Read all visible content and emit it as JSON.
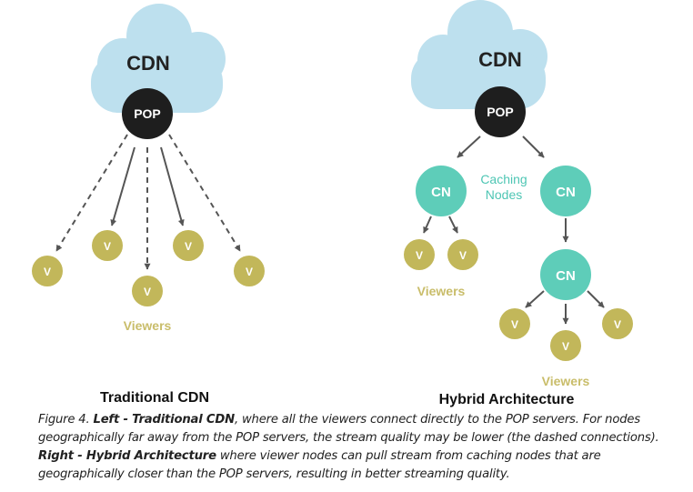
{
  "left": {
    "cloud_label": "CDN",
    "pop_label": "POP",
    "viewer_label": "V",
    "viewers_caption": "Viewers",
    "title": "Traditional CDN"
  },
  "right": {
    "cloud_label": "CDN",
    "pop_label": "POP",
    "cn_label": "CN",
    "caching_nodes_line1": "Caching",
    "caching_nodes_line2": "Nodes",
    "viewer_label": "V",
    "viewers_caption_left": "Viewers",
    "viewers_caption_bottom": "Viewers",
    "title": "Hybrid Architecture"
  },
  "caption": {
    "prefix": "Figure 4. ",
    "left_bold": "Left - Traditional CDN",
    "text1": ", where all the viewers connect directly to the POP servers. For nodes geographically far away from the POP servers, the stream quality may be lower (the dashed connections). ",
    "right_bold": "Right - Hybrid Architecture",
    "text2": " where viewer nodes can pull stream from caching nodes that are geographically closer than the POP servers, resulting in better streaming quality."
  },
  "colors": {
    "cloud": "#bde0ee",
    "pop": "#1e1e1e",
    "caching_node": "#5ecdb9",
    "viewer": "#c2b75a",
    "viewers_text": "#c9bd6a",
    "caching_text": "#4ec6b4",
    "arrow": "#555555"
  }
}
